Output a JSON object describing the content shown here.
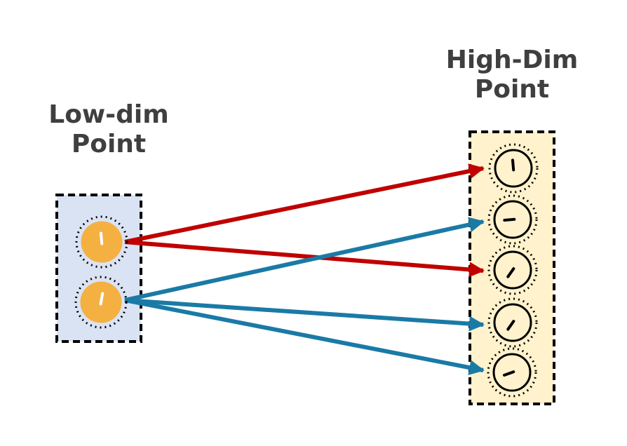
{
  "low_dim": {
    "title_line1": "Low-dim",
    "title_line2": "Point",
    "box_color": "#dae3f3",
    "knob_color": "#f5b042",
    "knob_count": 2
  },
  "high_dim": {
    "title_line1": "High-Dim",
    "title_line2": "Point",
    "box_color": "#fff2cc",
    "knob_count": 5
  },
  "arrows": [
    {
      "from": "low-knob-1",
      "to": "high-knob-1",
      "color": "#c00000"
    },
    {
      "from": "low-knob-1",
      "to": "high-knob-3",
      "color": "#c00000"
    },
    {
      "from": "low-knob-2",
      "to": "high-knob-2",
      "color": "#1a7aa6"
    },
    {
      "from": "low-knob-2",
      "to": "high-knob-4",
      "color": "#1a7aa6"
    },
    {
      "from": "low-knob-2",
      "to": "high-knob-5",
      "color": "#1a7aa6"
    }
  ]
}
